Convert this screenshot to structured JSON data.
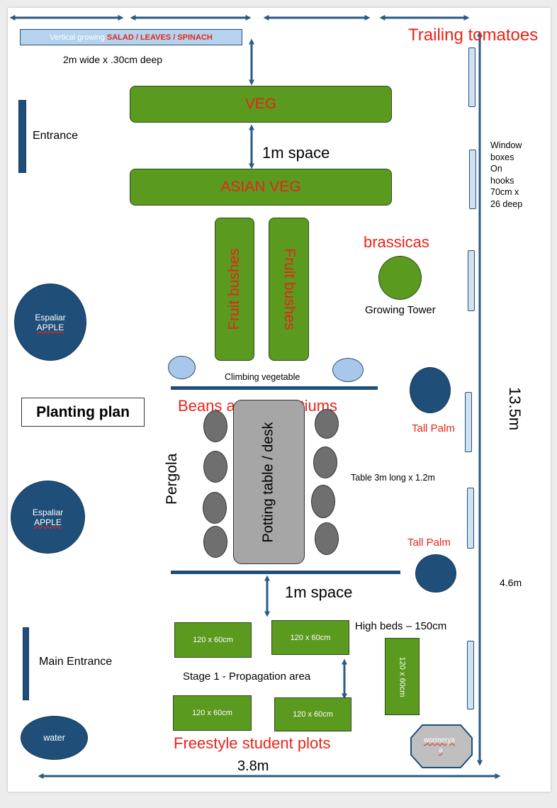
{
  "labels": {
    "vertical_growing_prefix": "Vertical growing ",
    "vertical_growing_plants": "SALAD / LEAVES / SPINACH",
    "vertical_size": "2m wide x .30cm deep",
    "trailing_tomatoes": "Trailing tomatoes",
    "entrance": "Entrance",
    "veg": "VEG",
    "space_top": "1m space",
    "asian_veg": "ASIAN VEG",
    "window_boxes": [
      "Window",
      "boxes",
      "On",
      "hooks",
      "70cm x",
      "26 deep"
    ],
    "fruit_bushes_1": "Fruit bushes",
    "fruit_bushes_2": "Fruit bushes",
    "brassicas": "brassicas",
    "growing_tower": "Growing Tower",
    "espaliar_word": "Espaliar",
    "apple_word": "APPLE",
    "climbing_vegetable": "Climbing vegetable",
    "beans": "Beans and nasturtiums",
    "planting_plan": "Planting plan",
    "length": "13.5m",
    "tall_palm_1": "Tall Palm",
    "tall_palm_2": "Tall Palm",
    "pergola": "Pergola",
    "potting_table": "Potting table / desk",
    "table_size": "Table 3m long x 1.2m",
    "width_right": "4.6m",
    "space_bottom": "1m space",
    "high_beds": "High beds – 150cm",
    "main_entrance": "Main Entrance",
    "plot_size": "120 x 60cm",
    "stage1": "Stage 1 - Propagation area",
    "water": "water",
    "freestyle": "Freestyle student plots",
    "wormery": "wormerya",
    "wormery_sub": "ə",
    "width_bottom": "3.8m"
  },
  "colors": {
    "bed_green": "#5a9a1e",
    "navy": "#1f4e79",
    "light_blue": "#cfe2f3",
    "red_text": "#e8251a",
    "pot_grey": "#6f6f6f"
  }
}
